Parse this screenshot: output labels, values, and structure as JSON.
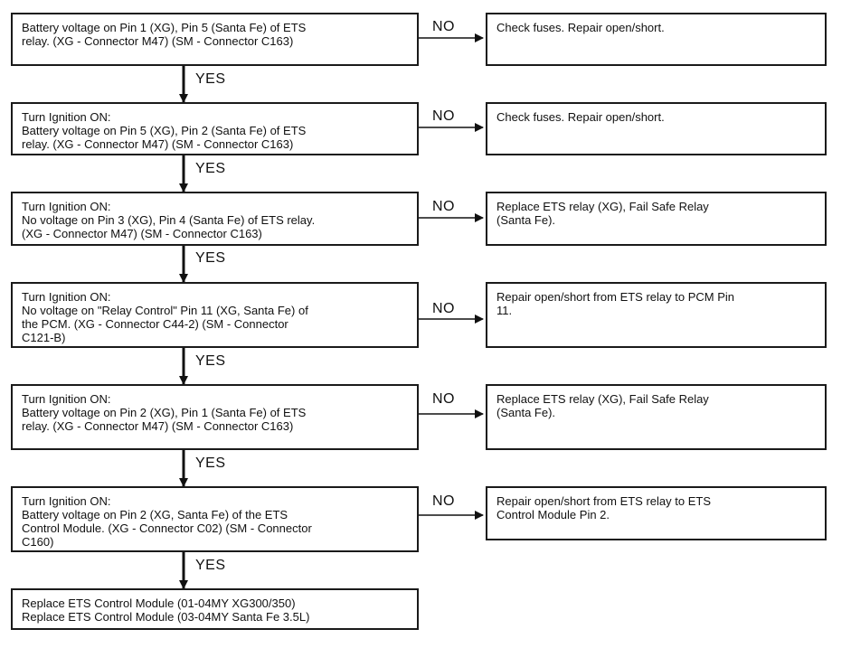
{
  "diagram": {
    "steps": [
      {
        "check": "Battery voltage on Pin 1 (XG), Pin 5 (Santa Fe) of ETS\nrelay.  (XG - Connector M47) (SM - Connector C163)",
        "no_label": "NO",
        "action": "Check fuses.  Repair open/short.",
        "yes_label": "YES"
      },
      {
        "check": "Turn Ignition ON:\nBattery voltage on Pin 5 (XG), Pin 2 (Santa Fe) of ETS\nrelay.  (XG - Connector M47) (SM - Connector C163)",
        "no_label": "NO",
        "action": "Check fuses.  Repair open/short.",
        "yes_label": "YES"
      },
      {
        "check": "Turn Ignition ON:\nNo voltage on Pin 3 (XG), Pin 4 (Santa Fe) of ETS relay.\n(XG - Connector M47) (SM - Connector C163)",
        "no_label": "NO",
        "action": "Replace ETS relay (XG), Fail Safe Relay\n(Santa Fe).",
        "yes_label": "YES"
      },
      {
        "check": "Turn Ignition ON:\nNo voltage on \"Relay Control\"  Pin 11 (XG, Santa Fe) of\nthe PCM.  (XG - Connector C44-2) (SM - Connector\nC121-B)",
        "no_label": "NO",
        "action": "Repair open/short from ETS relay to PCM Pin\n11.",
        "yes_label": "YES"
      },
      {
        "check": "Turn Ignition ON:\nBattery voltage on Pin 2 (XG), Pin 1 (Santa Fe) of ETS\nrelay.  (XG - Connector M47) (SM - Connector C163)",
        "no_label": "NO",
        "action": "Replace ETS relay (XG), Fail Safe Relay\n(Santa Fe).",
        "yes_label": "YES"
      },
      {
        "check": "Turn Ignition ON:\nBattery voltage on Pin 2 (XG, Santa Fe) of the ETS\nControl Module.  (XG - Connector C02) (SM - Connector\nC160)",
        "no_label": "NO",
        "action": "Repair open/short from ETS relay to ETS\nControl Module Pin 2.",
        "yes_label": "YES"
      }
    ],
    "final": "Replace ETS Control Module (01-04MY XG300/350)\nReplace ETS Control Module (03-04MY Santa Fe 3.5L)"
  }
}
